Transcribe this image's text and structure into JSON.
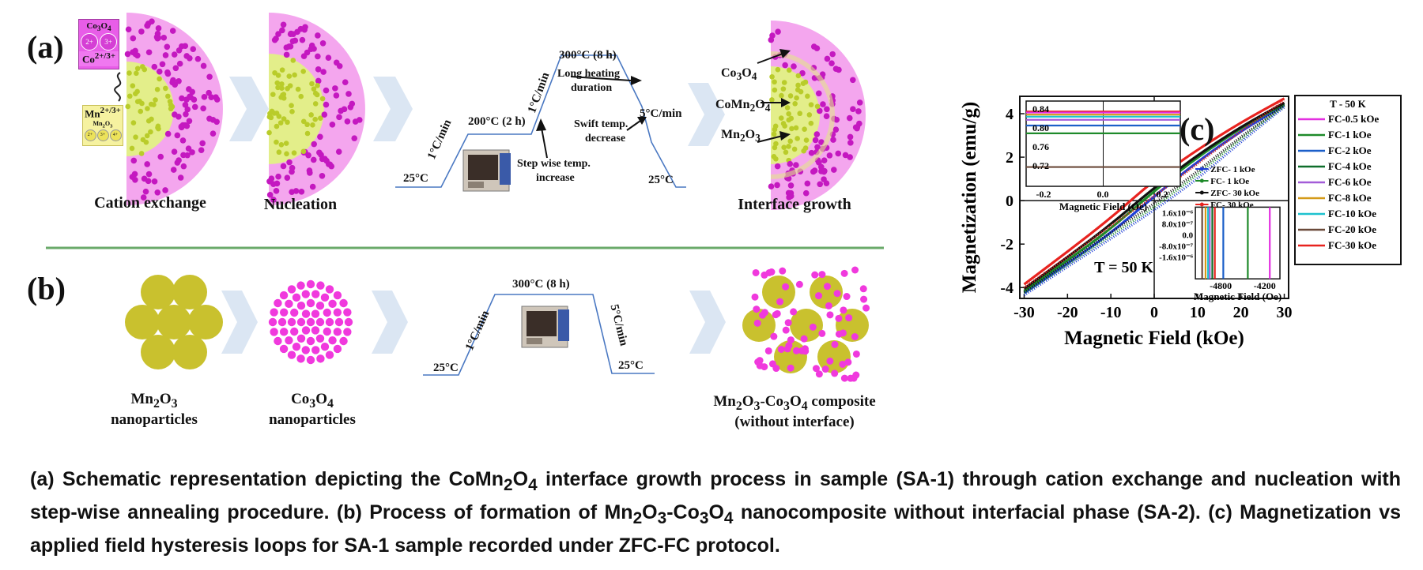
{
  "panel_a": {
    "letter": "(a)",
    "co3o4_box": {
      "formula_html": "Co<sub>3</sub>O<sub>4</sub>",
      "ion_html": "Co<sup>2+/3+</sup>",
      "ions": [
        "2+",
        "3+"
      ]
    },
    "mn_box": {
      "ion_html": "Mn<sup>2+/3+</sup>",
      "formula_html": "Mn<sub>2</sub>O<sub>3</sub>",
      "ions": [
        "2+",
        "3+",
        "4+"
      ]
    },
    "step_labels": [
      "Cation exchange",
      "Nucleation",
      "Interface growth"
    ],
    "profile": {
      "t_start": "25°C",
      "t_end": "25°C",
      "rate1": "1°C/min",
      "step1": "200°C (2 h)",
      "rate2": "1°C/min",
      "step2": "300°C (8 h)",
      "long_heating": "Long heating",
      "duration": "duration",
      "cool_rate": "5°C/min",
      "swift": "Swift temp.",
      "decrease": "decrease",
      "stepwise": "Step wise temp.",
      "increase": "increase"
    },
    "phases_html": [
      "Co<sub>3</sub>O<sub>4</sub>",
      "CoMn<sub>2</sub>O<sub>4</sub>",
      "Mn<sub>2</sub>O<sub>3</sub>"
    ]
  },
  "panel_b": {
    "letter": "(b)",
    "mn_label_html": "Mn<sub>2</sub>O<sub>3</sub><br>nanoparticles",
    "co_label_html": "Co<sub>3</sub>O<sub>4</sub><br>nanoparticles",
    "profile": {
      "t_start": "25°C",
      "t_end": "25°C",
      "rate1": "1°C/min",
      "step": "300°C (8 h)",
      "rate2": "5°C/min"
    },
    "composite_label_html": "Mn<sub>2</sub>O<sub>3</sub>-Co<sub>3</sub>O<sub>4</sub> composite<br>(without interface)"
  },
  "panel_c": {
    "letter": "(c)",
    "annotation": "T = 50 K",
    "inset_top_xlabel": "Magnetic Field (Oe)",
    "inset_bottom_xlabel": "Magnetic Field (Oe)",
    "inset_top_yticks": [
      "0.84",
      "0.80",
      "0.76",
      "0.72"
    ],
    "inset_top_xticks": [
      "-0.2",
      "0.0",
      "0.2"
    ],
    "inset_bottom_yticks": [
      "1.6x10⁻⁶",
      "8.0x10⁻⁷",
      "0.0",
      "-8.0x10⁻⁷",
      "-1.6x10⁻⁶"
    ],
    "inset_bottom_xticks": [
      "-4800",
      "-4200"
    ],
    "inner_legend": [
      {
        "name": "ZFC- 1 kOe",
        "color": "#1f3fd6"
      },
      {
        "name": "FC- 1 kOe",
        "color": "#1e8a2a"
      },
      {
        "name": "ZFC- 30 kOe",
        "color": "#111111"
      },
      {
        "name": "FC- 30 kOe",
        "color": "#e8231f"
      }
    ],
    "outer_legend_title": "T - 50 K",
    "outer_legend": [
      {
        "name": "FC-0.5 kOe",
        "color": "#e32fe0"
      },
      {
        "name": "FC-1 kOe",
        "color": "#1e8a2a"
      },
      {
        "name": "FC-2 kOe",
        "color": "#1c5fc9"
      },
      {
        "name": "FC-4 kOe",
        "color": "#0f6e2b"
      },
      {
        "name": "FC-6 kOe",
        "color": "#a35cd8"
      },
      {
        "name": "FC-8 kOe",
        "color": "#d49a18"
      },
      {
        "name": "FC-10 kOe",
        "color": "#1ec2cf"
      },
      {
        "name": "FC-20 kOe",
        "color": "#6b4a3a"
      },
      {
        "name": "FC-30 kOe",
        "color": "#e8231f"
      }
    ]
  },
  "chart_data": {
    "type": "line",
    "title": "",
    "xlabel": "Magnetic Field (kOe)",
    "ylabel": "Magnetization (emu/g)",
    "xlim": [
      -31,
      31
    ],
    "ylim": [
      -4.5,
      4.8
    ],
    "xticks": [
      -30,
      -20,
      -10,
      0,
      10,
      20,
      30
    ],
    "yticks": [
      -4,
      -2,
      0,
      2,
      4
    ],
    "series": [
      {
        "name": "ZFC- 1 kOe",
        "color": "#1f3fd6",
        "x": [
          -30,
          -20,
          -10,
          0,
          10,
          20,
          30
        ],
        "upper": [
          -4.25,
          -2.9,
          -1.5,
          0.2,
          1.8,
          3.2,
          4.4
        ],
        "lower": [
          -4.35,
          -3.05,
          -1.75,
          -0.45,
          1.0,
          2.7,
          4.3
        ]
      },
      {
        "name": "FC- 1 kOe",
        "color": "#1e8a2a",
        "x": [
          -30,
          -20,
          -10,
          0,
          10,
          20,
          30
        ],
        "upper": [
          -4.15,
          -2.75,
          -1.3,
          0.45,
          2.0,
          3.35,
          4.45
        ],
        "lower": [
          -4.25,
          -2.95,
          -1.6,
          -0.3,
          1.2,
          2.85,
          4.35
        ]
      },
      {
        "name": "ZFC- 30 kOe",
        "color": "#111111",
        "x": [
          -30,
          -20,
          -10,
          0,
          10,
          20,
          30
        ],
        "upper": [
          -4.05,
          -2.6,
          -1.1,
          0.6,
          2.1,
          3.4,
          4.5
        ],
        "lower": [
          -4.2,
          -2.85,
          -1.45,
          -0.15,
          1.35,
          2.95,
          4.4
        ]
      },
      {
        "name": "FC- 30 kOe",
        "color": "#e8231f",
        "x": [
          -30,
          -20,
          -10,
          0,
          10,
          20,
          30
        ],
        "upper": [
          -3.85,
          -2.35,
          -0.8,
          0.95,
          2.35,
          3.6,
          4.7
        ],
        "lower": [
          -4.0,
          -2.6,
          -1.15,
          0.2,
          1.7,
          3.2,
          4.6
        ]
      }
    ]
  },
  "caption_html": "(a) Schematic representation depicting the CoMn<sub>2</sub>O<sub>4</sub> interface growth process in sample (SA-1) through cation exchange and nucleation with step-wise annealing procedure. (b) Process of formation of Mn<sub>2</sub>O<sub>3</sub>-Co<sub>3</sub>O<sub>4</sub> nanocomposite without interfacial phase (SA-2). (c) Magnetization vs applied field hysteresis loops for SA-1 sample recorded under ZFC-FC protocol."
}
